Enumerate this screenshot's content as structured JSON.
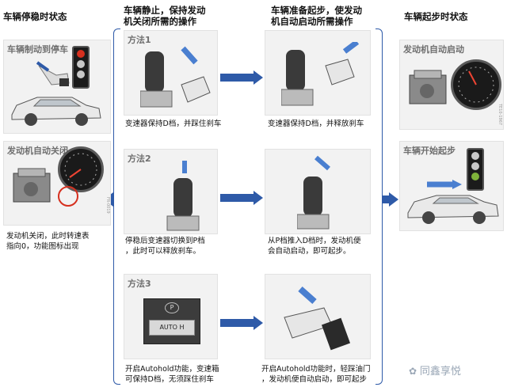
{
  "columns": {
    "col1": "车辆停稳时状态",
    "col2_line1": "车辆静止，保持发动",
    "col2_line2": "机关闭所需的操作",
    "col3_line1": "车辆准备起步，使发动",
    "col3_line2": "机自动启动所需操作",
    "col4": "车辆起步时状态"
  },
  "left": {
    "panel1_label": "车辆制动到停车",
    "panel2_label": "发动机自动关闭",
    "caption_line1": "发动机关闭，此时转速表",
    "caption_line2": "指向0，功能图标出现"
  },
  "methods": [
    {
      "label": "方法1",
      "keep_caption": "变速器保持D档，并踩住刹车",
      "start_caption": "变速器保持D档，并释放刹车"
    },
    {
      "label": "方法2",
      "keep_caption_line1": "停稳后变速器切换到P档",
      "keep_caption_line2": "，此时可以释放刹车。",
      "start_caption_line1": "从P档推入D档时，发动机便",
      "start_caption_line2": "会自动启动，即可起步。"
    },
    {
      "label": "方法3",
      "button_text": "AUTO H",
      "keep_caption_line1": "开启Autohold功能，变速箱",
      "keep_caption_line2": "可保持D档，无须踩住刹车",
      "start_caption_line1": "开启Autohold功能时，轻踩油门",
      "start_caption_line2": "，发动机便自动启动，即可起步"
    }
  ],
  "right": {
    "panel1_label": "发动机自动启动",
    "panel2_label": "车辆开始起步"
  },
  "watermark": "同鑫享悦",
  "colors": {
    "accent_blue": "#2e5aa8",
    "red_light": "#d6301f",
    "green_light": "#7fb23a"
  }
}
